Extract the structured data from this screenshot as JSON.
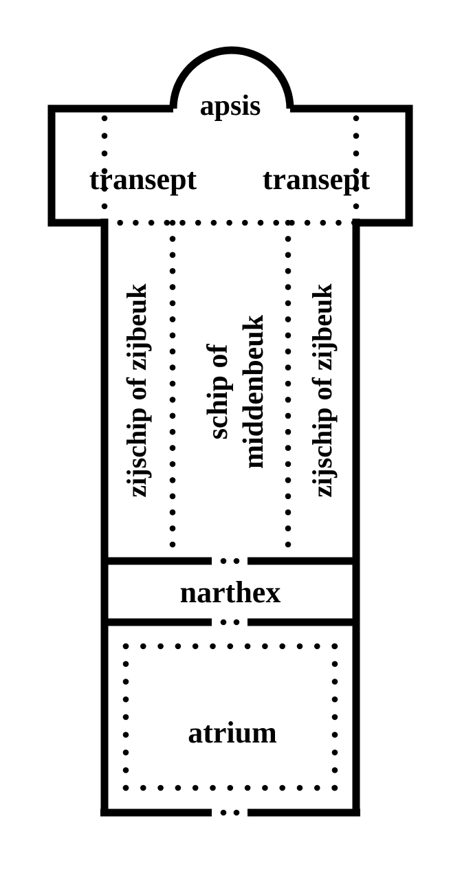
{
  "labels": {
    "apse": "apsis",
    "transept_left": "transept",
    "transept_right": "transept",
    "aisle_left": "zijschip of zijbeuk",
    "nave_line1": "schip of",
    "nave_line2": "middenbeuk",
    "aisle_right": "zijschip of zijbeuk",
    "narthex": "narthex",
    "atrium": "atrium"
  },
  "colors": {
    "ink": "#000000",
    "background": "#ffffff"
  }
}
